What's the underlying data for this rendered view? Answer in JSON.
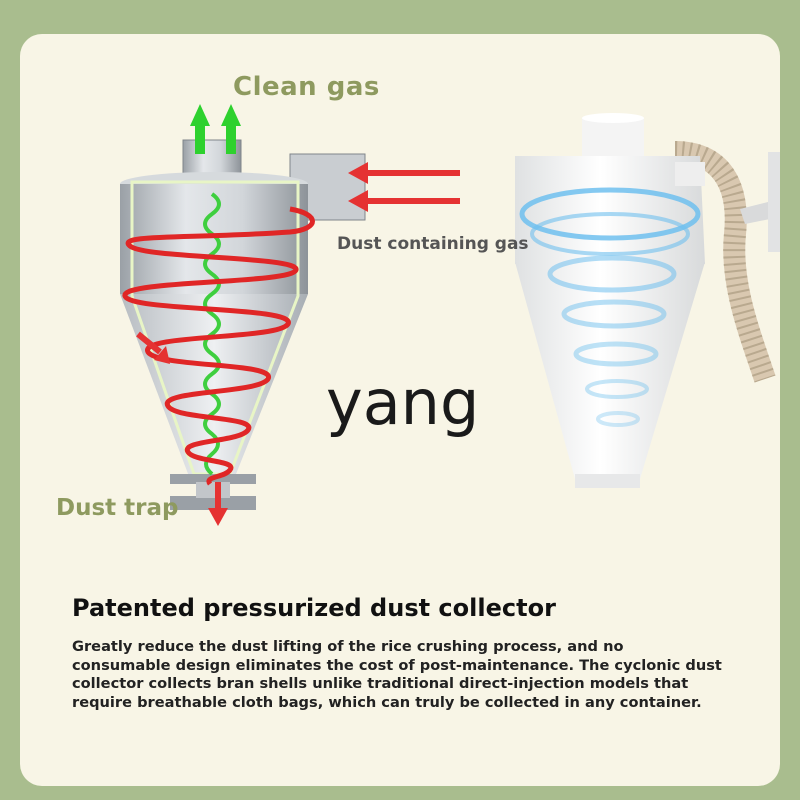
{
  "diagram": {
    "clean_gas_label": "Clean gas",
    "dust_gas_label": "Dust containing gas",
    "dust_trap_label": "Dust trap",
    "watermark": "yang"
  },
  "content": {
    "heading": "Patented pressurized dust collector",
    "description": "Greatly reduce the dust lifting of the rice crushing process, and no consumable design eliminates the cost of post-maintenance. The cyclonic dust collector collects bran shells unlike traditional direct-injection models that require breathable cloth bags, which can truly be collected in any container."
  },
  "colors": {
    "page_background": "#a9bd8e",
    "card_background": "#f8f5e6",
    "label_green": "#8e9a5f",
    "spiral_red": "#e02626",
    "spiral_green": "#3fcf3f",
    "arrow_red": "#e53232",
    "arrow_green": "#2ed12e",
    "swirl_blue": "#6fc0ee"
  },
  "icons": [
    "up-arrow-icon",
    "right-arrow-icon",
    "down-arrow-icon"
  ]
}
